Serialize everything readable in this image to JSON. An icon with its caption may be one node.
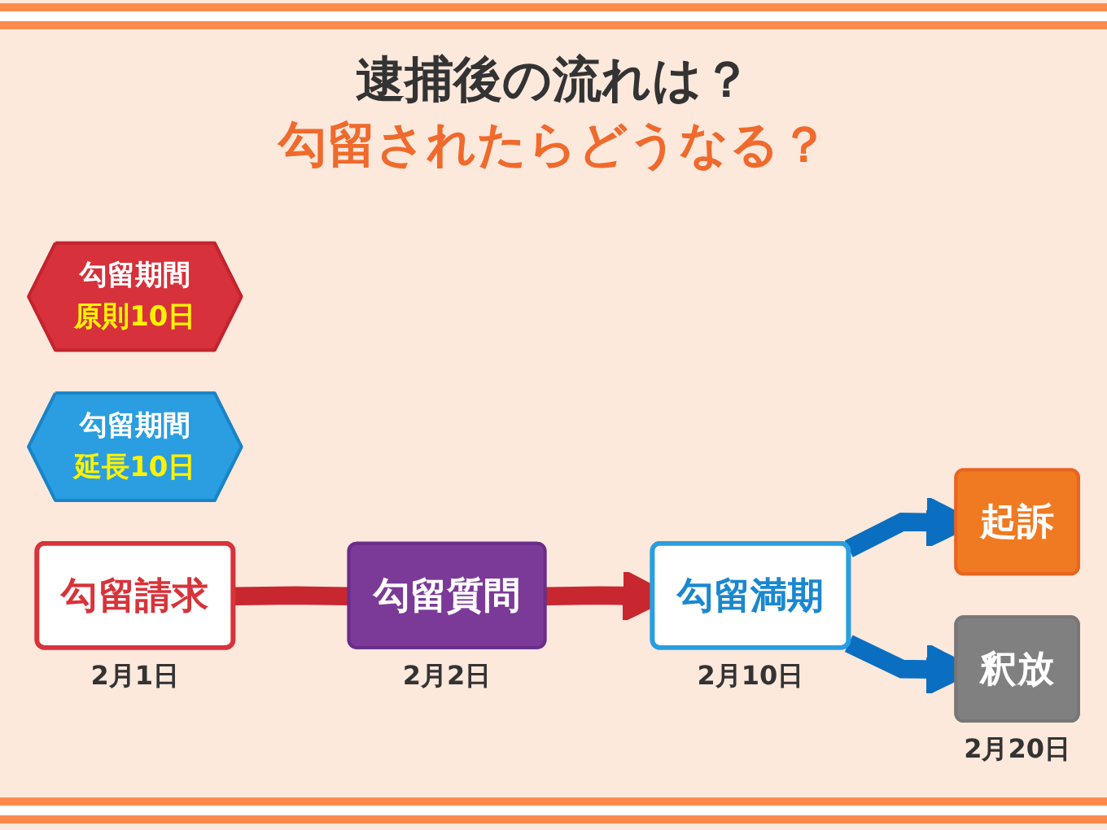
{
  "diagram": {
    "title": "逮捕後の流れは？",
    "nodes": [
      {
        "text": [
          "勾留期間",
          "原則10日"
        ]
      },
      {
        "text": [
          "勾留期間",
          "延長10日"
        ]
      },
      {
        "text": [
          "勾留請求"
        ],
        "beside": [
          "2月1日"
        ]
      },
      {
        "text": [
          "勾留質問"
        ],
        "beside": [
          "2月2日"
        ]
      },
      {
        "text": [
          "勾留満期"
        ],
        "beside": [
          "2月10日"
        ]
      },
      {
        "text": [
          "起訴"
        ]
      },
      {
        "text": [
          "釈放"
        ],
        "beside": [
          "2月20日"
        ]
      }
    ],
    "edges": [
      {
        "from": 2,
        "to": 3,
        "arrow": "none",
        "color": "#c8272f"
      },
      {
        "from": 3,
        "to": 4,
        "arrow": "to",
        "color": "#c8272f"
      },
      {
        "from": 4,
        "to": 5,
        "arrow": "to",
        "color": "#0a6fc0"
      },
      {
        "from": 4,
        "to": 6,
        "arrow": "to",
        "color": "#0a6fc0"
      }
    ],
    "labels": [
      "勾留されたらどうなる？"
    ]
  }
}
